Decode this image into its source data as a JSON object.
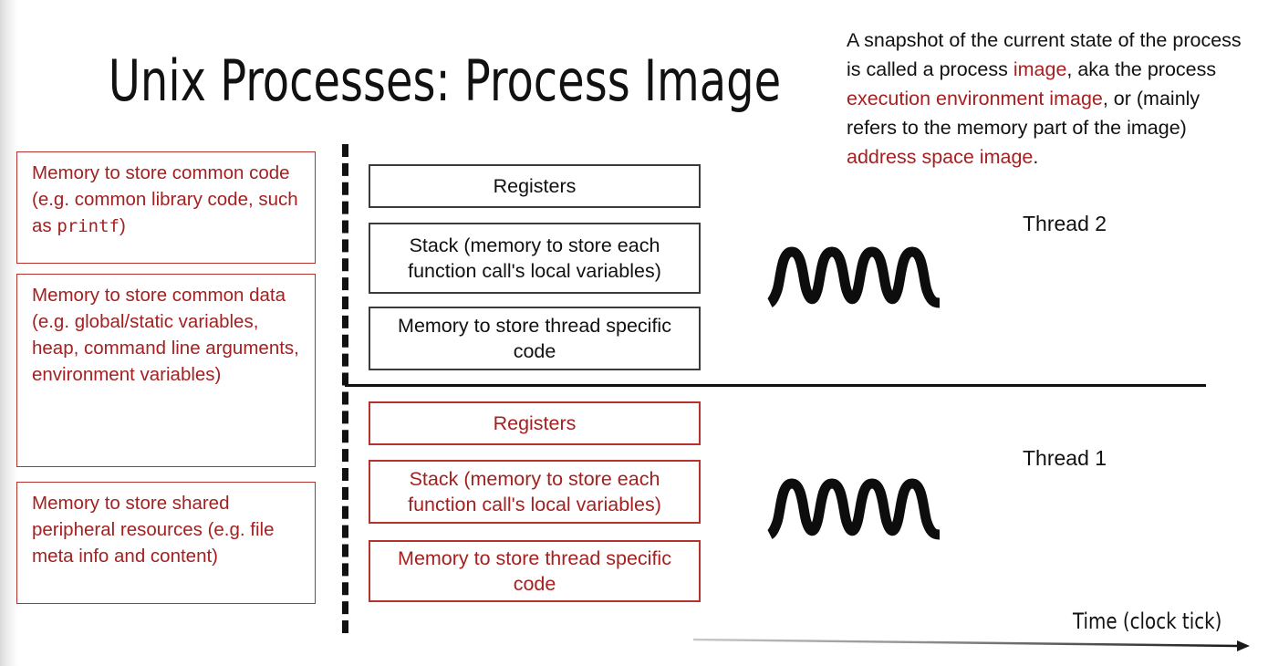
{
  "slide": {
    "title": "Unix Processes: Process Image",
    "accent_red": "#A52020",
    "border_red": "#B5322E",
    "text_black": "#111111"
  },
  "intro": {
    "seg1": "A snapshot of the current state of the process is called a process ",
    "hl1": "image",
    "seg2": ", aka the process ",
    "hl2": "execution environment image",
    "seg3": ", or (mainly refers to the memory part of the image) ",
    "hl3": "address space image",
    "seg4": "."
  },
  "left_boxes": [
    {
      "name": "common-code",
      "text_before": "Memory to store common code (e.g. common library code, such as ",
      "mono": "printf",
      "text_after": ")"
    },
    {
      "name": "common-data",
      "text_before": "Memory to store common data (e.g. global/static variables, heap, command line arguments, environment variables)",
      "mono": "",
      "text_after": ""
    },
    {
      "name": "shared-peripheral-resources",
      "text_before": "Memory to store shared peripheral resources (e.g. file meta info and content)",
      "mono": "",
      "text_after": ""
    }
  ],
  "thread2": {
    "label": "Thread 2",
    "boxes": [
      "Registers",
      "Stack (memory to store each function call's local variables)",
      "Memory to store thread specific code"
    ]
  },
  "thread1": {
    "label": "Thread 1",
    "boxes": [
      "Registers",
      "Stack (memory to store each function call's local variables)",
      "Memory to store thread specific code"
    ]
  },
  "axis": {
    "time_label": "Time (clock tick)"
  }
}
